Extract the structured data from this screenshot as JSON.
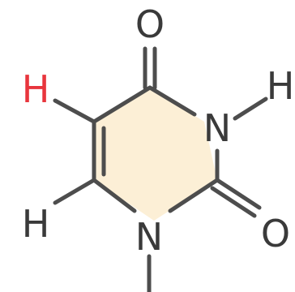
{
  "molecule": {
    "ring_fill": "#fcefd6",
    "bond_color": "#4d4d4d",
    "atom_color": "#3a3a3a",
    "highlight_color": "#e8353d",
    "atoms": {
      "o_top": "O",
      "o_right": "O",
      "n_upper": "N",
      "n_lower": "N",
      "h_n_upper": "H",
      "h_c5": "H",
      "h_c6": "H"
    }
  }
}
